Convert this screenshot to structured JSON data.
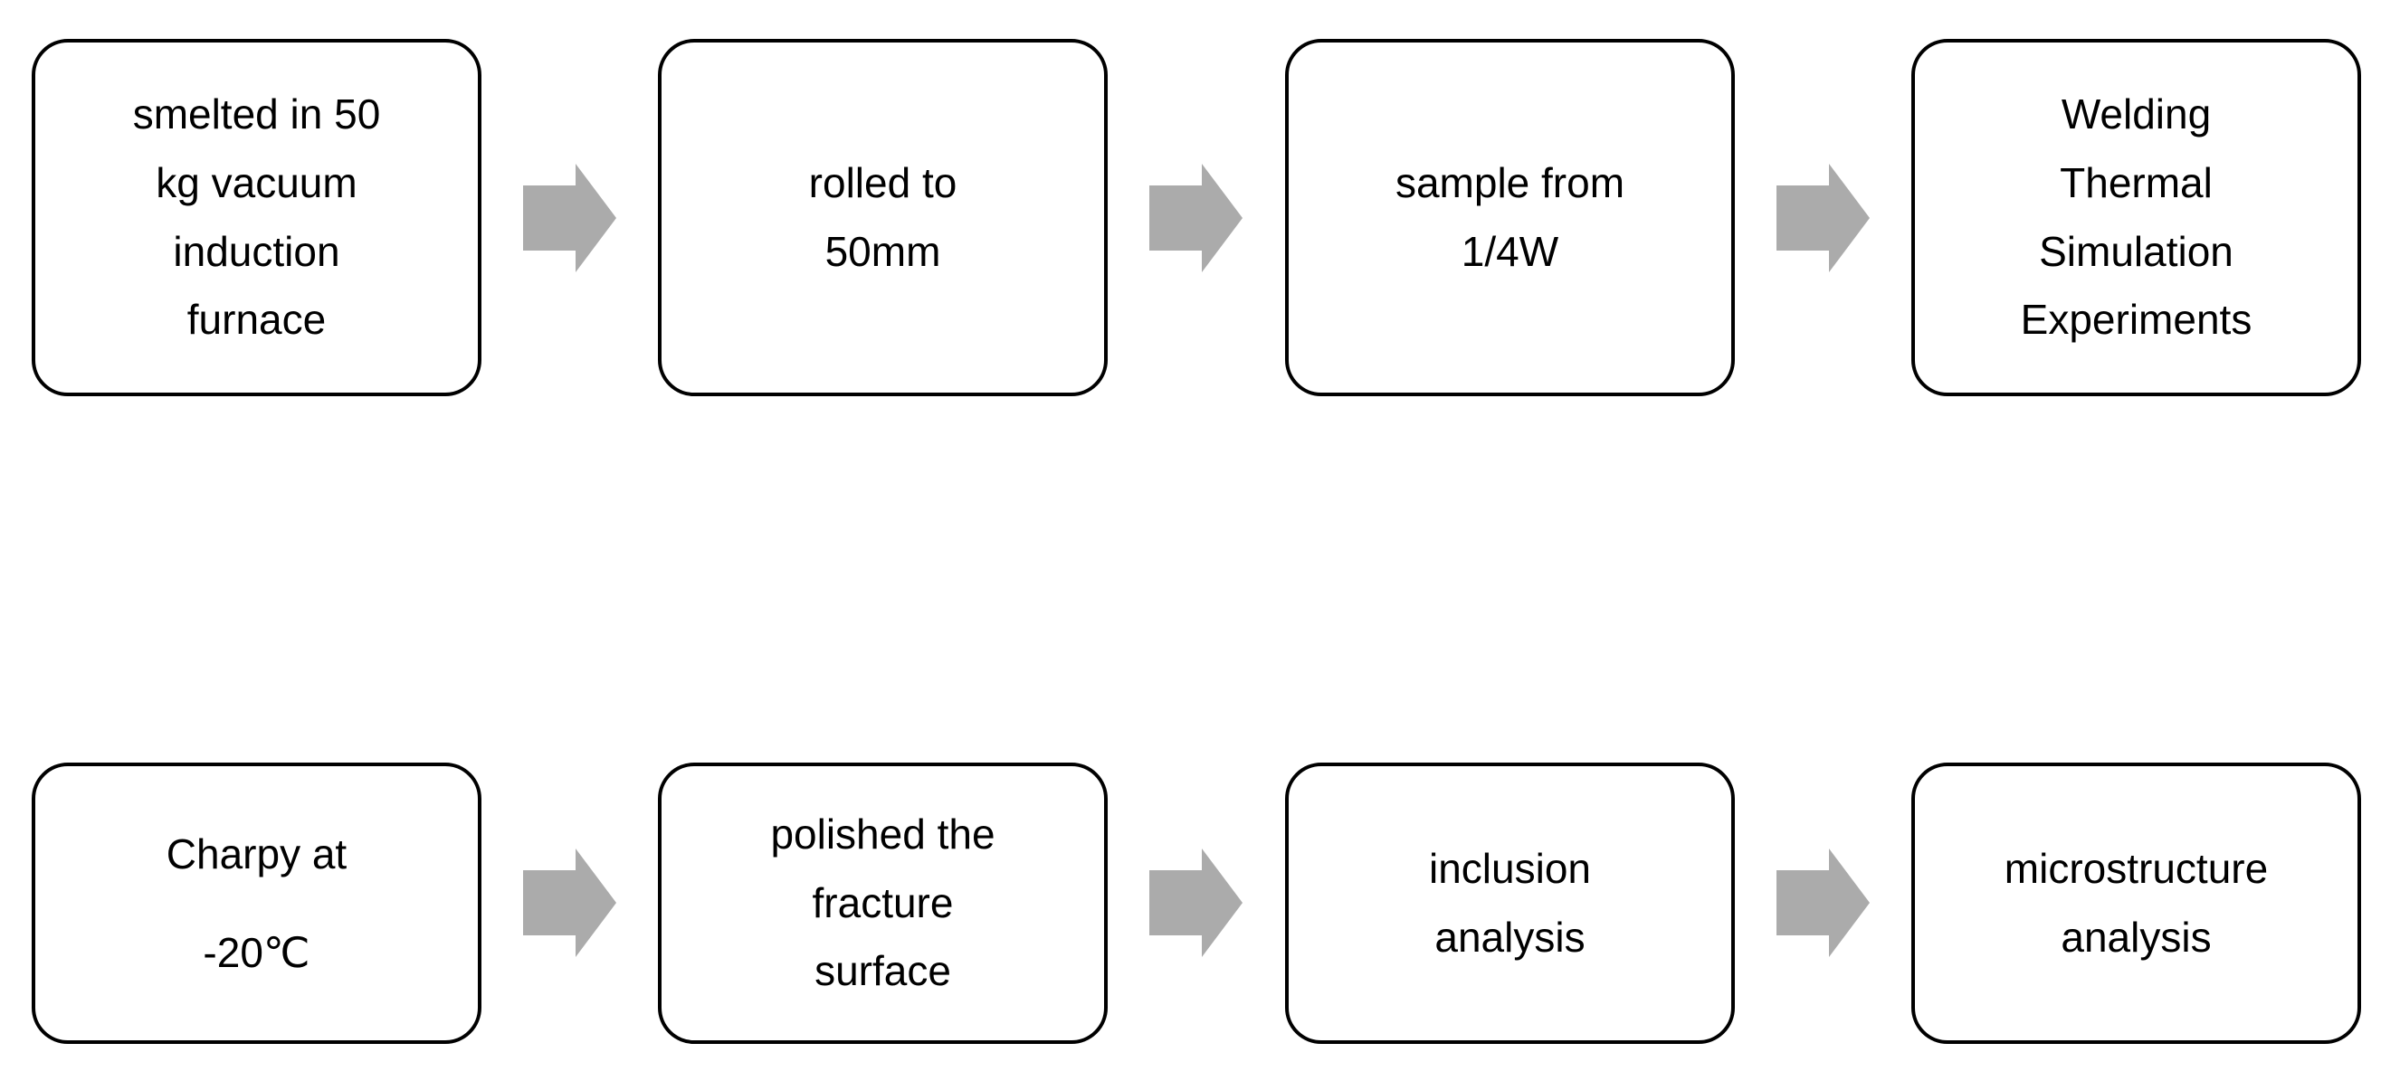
{
  "flowchart": {
    "arrow_color": "#ABABAB",
    "box_border_color": "#000000",
    "box_fill_color": "#FFFFFF",
    "text_color": "#000000",
    "row1": {
      "steps": [
        {
          "text": "smelted in 50\nkg vacuum\ninduction\nfurnace"
        },
        {
          "text": "rolled to\n50mm"
        },
        {
          "text": "sample from\n1/4W"
        },
        {
          "text": "Welding\nThermal\nSimulation\nExperiments"
        }
      ]
    },
    "row2": {
      "steps": [
        {
          "text": "Charpy at\n-20℃"
        },
        {
          "text": "polished the\nfracture\nsurface"
        },
        {
          "text": "inclusion\nanalysis"
        },
        {
          "text": "microstructure\nanalysis"
        }
      ]
    }
  }
}
